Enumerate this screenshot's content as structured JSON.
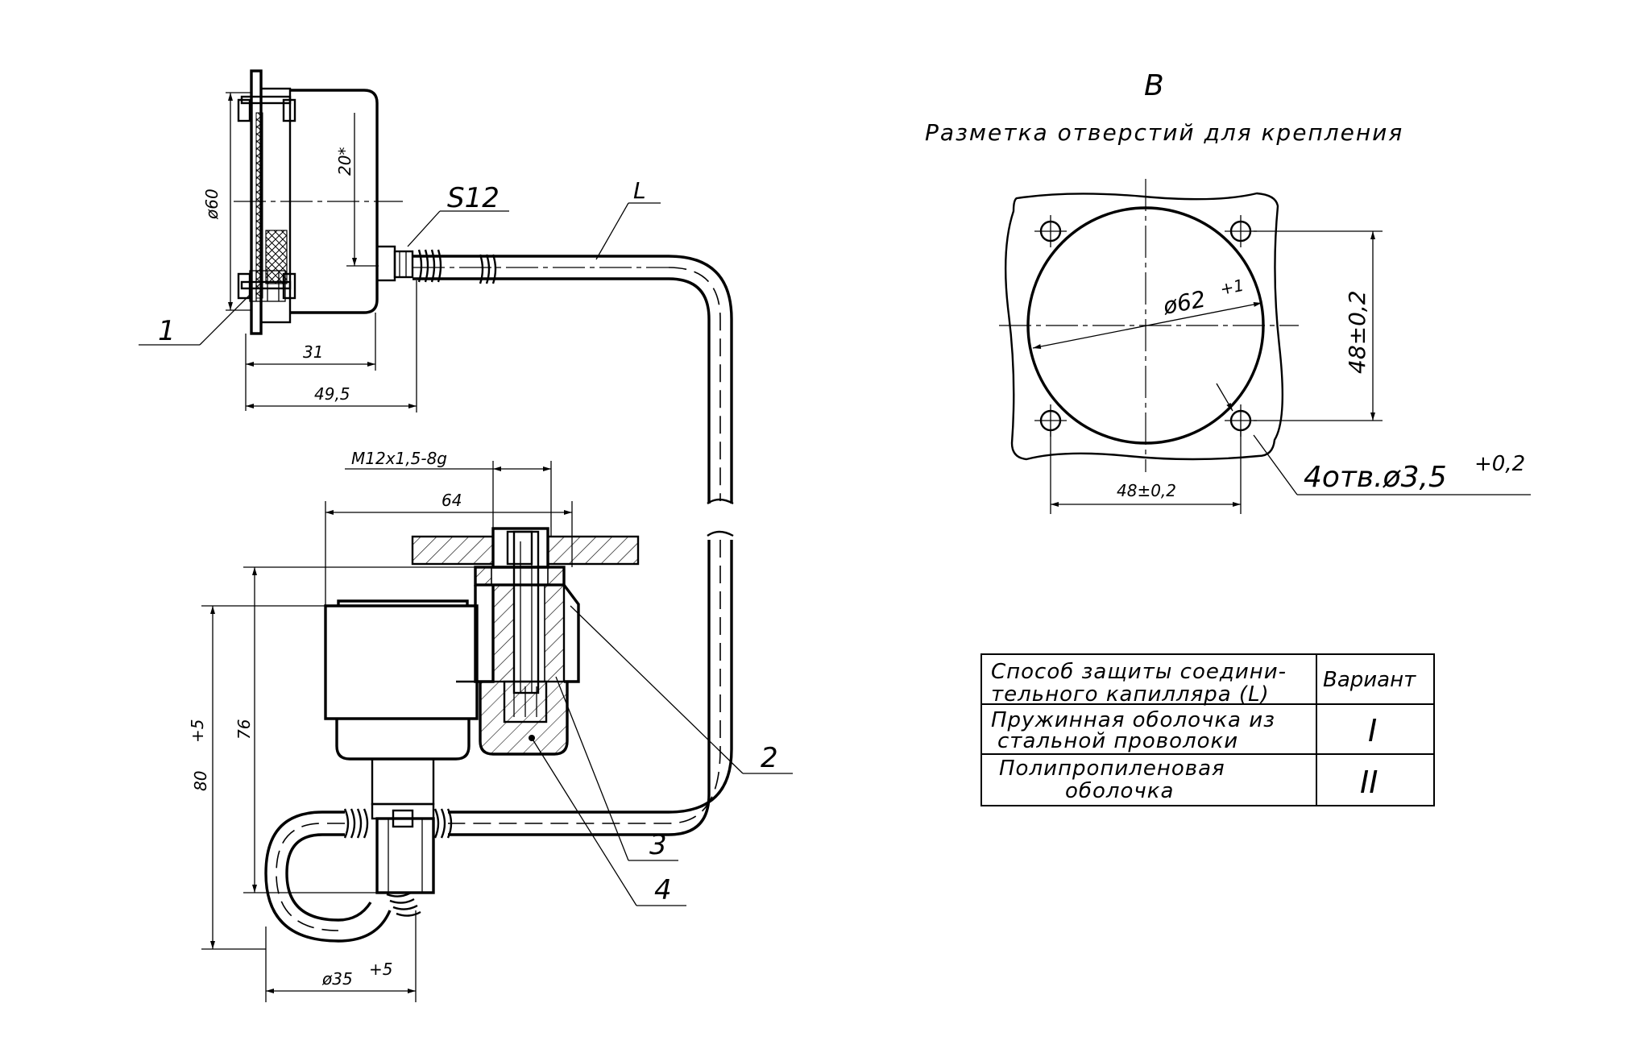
{
  "view_label": "В",
  "view_subtitle": "Разметка отверстий для крепления",
  "dimensions": {
    "d60": "ø60",
    "dim20": "20*",
    "s12": "S12",
    "len_L": "L",
    "dim31": "31",
    "dim49": "49,5",
    "thread": "M12x1,5-8g",
    "dim64": "64",
    "dim76": "76",
    "dim80": "80",
    "dim80_tol": "+5",
    "d35": "ø35",
    "d35_tol": "+5",
    "d62": "ø62",
    "d62_tol": "+1",
    "spacing_v": "48±0,2",
    "spacing_h": "48±0,2",
    "holes": "4отв.ø3,5",
    "holes_tol": "+0,2"
  },
  "callouts": [
    "1",
    "2",
    "3",
    "4"
  ],
  "table": {
    "header": [
      "Способ защиты соедини-",
      "тельного капилляра (L)"
    ],
    "header_variant": "Вариант",
    "rows": [
      {
        "lines": [
          "Пружинная оболочка из",
          "стальной проволоки"
        ],
        "variant": "I"
      },
      {
        "lines": [
          "Полипропиленовая",
          "оболочка"
        ],
        "variant": "II"
      }
    ]
  }
}
